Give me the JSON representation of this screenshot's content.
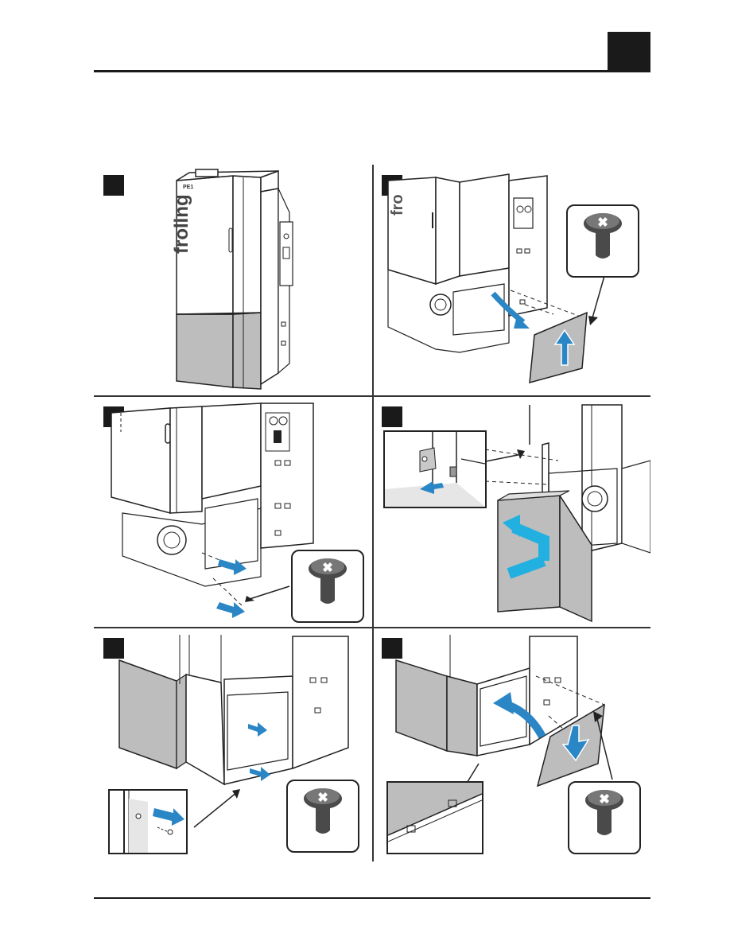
{
  "document": {
    "brand_wordmark": "froling",
    "model_logo": "PE1",
    "colors": {
      "ink": "#1a1a1a",
      "grey_panel": "#bdbdbd",
      "arrow_blue": "#2b86c5",
      "arrow_cyan": "#22b0e0"
    }
  },
  "steps": [
    {
      "id": 1,
      "icon": "boiler-overview"
    },
    {
      "id": 2,
      "icon": "remove-front-panel"
    },
    {
      "id": 3,
      "icon": "remove-screws"
    },
    {
      "id": 4,
      "icon": "insert-side-cover"
    },
    {
      "id": 5,
      "icon": "fasten-screw"
    },
    {
      "id": 6,
      "icon": "refit-front-panel"
    }
  ],
  "icons": [
    "torx-screw-icon",
    "arrow-icon",
    "detail-callout-icon"
  ]
}
